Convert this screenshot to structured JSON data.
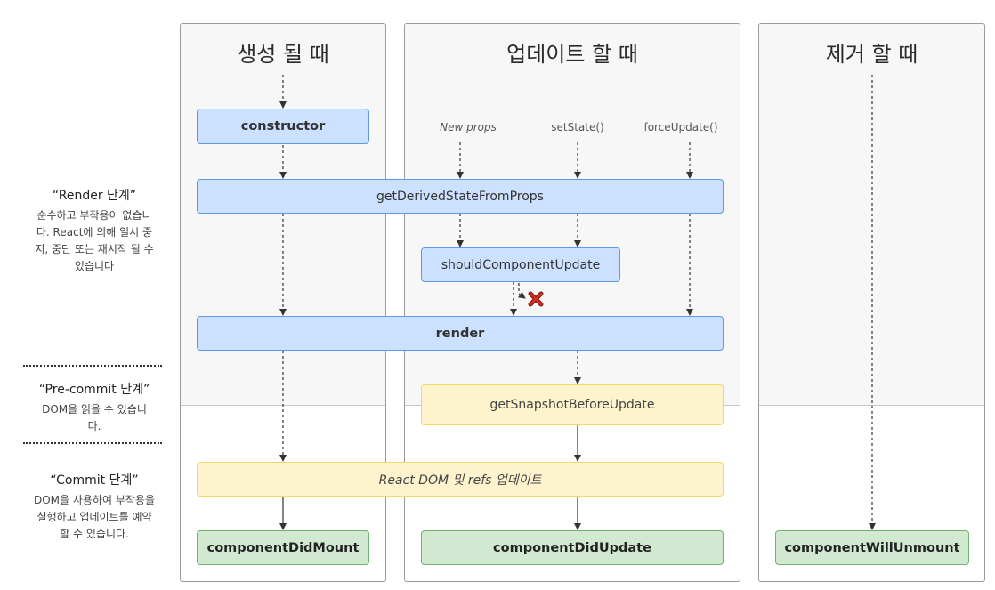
{
  "columns": {
    "mount": {
      "title": "생성 될 때"
    },
    "update": {
      "title": "업데이트 할 때"
    },
    "unmount": {
      "title": "제거 할 때"
    }
  },
  "phases": {
    "render": {
      "title": "“Render 단계”",
      "description": "순수하고 부작용이 없습니다. React에 의해 일시 중지, 중단 또는 재시작 될 수 있습니다"
    },
    "precommit": {
      "title": "“Pre-commit 단계”",
      "description": "DOM을 읽을 수 있습니다."
    },
    "commit": {
      "title": "“Commit 단계”",
      "description": "DOM을 사용하여 부작용을 실행하고 업데이트를 예약 할 수 있습니다."
    }
  },
  "triggers": {
    "new_props": "New props",
    "set_state": "setState()",
    "force_update": "forceUpdate()"
  },
  "methods": {
    "constructor": "constructor",
    "get_derived_state_from_props": "getDerivedStateFromProps",
    "should_component_update": "shouldComponentUpdate",
    "render": "render",
    "get_snapshot_before_update": "getSnapshotBeforeUpdate",
    "react_dom_update": "React DOM 및 refs 업데이트",
    "component_did_mount": "componentDidMount",
    "component_did_update": "componentDidUpdate",
    "component_will_unmount": "componentWillUnmount"
  },
  "colors": {
    "blue": "#cce0ff",
    "yellow": "#fdf3cc",
    "green": "#d1e9d1",
    "stop_mark": "#d62b1f"
  }
}
